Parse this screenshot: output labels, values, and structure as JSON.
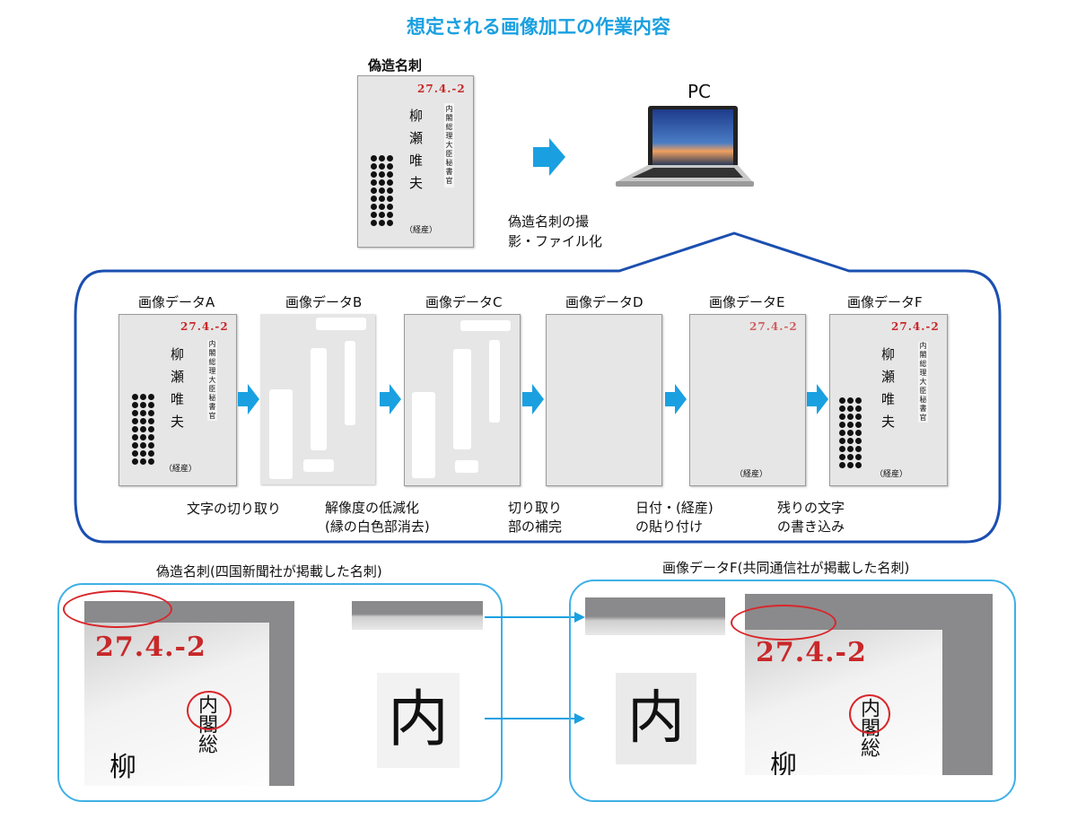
{
  "title": "想定される画像加工の作業内容",
  "fake_card_label": "偽造名刺",
  "pc_label": "PC",
  "photo_step": "偽造名刺の撮影・ファイル化",
  "card": {
    "date": "27.4.-2",
    "name": "柳瀬唯夫",
    "position": "内閣総理大臣秘書官",
    "ministry": "（経産）"
  },
  "stages": [
    {
      "label": "画像データA",
      "note": "文字の切り取り"
    },
    {
      "label": "画像データB",
      "note": "解像度の低減化\n(縁の白色部消去)"
    },
    {
      "label": "画像データC",
      "note": ""
    },
    {
      "label": "画像データD",
      "note": "切り取り\n部の補完"
    },
    {
      "label": "画像データE",
      "note": "日付・(経産)\nの貼り付け"
    },
    {
      "label": "画像データF",
      "note": "残りの文字\nの書き込み"
    }
  ],
  "bottom": {
    "left_label": "偽造名刺(四国新聞社が掲載した名刺)",
    "right_label": "画像データF(共同通信社が掲載した名刺)",
    "date": "27.4.-2",
    "zoom_char": "内",
    "col_chars": "内閣総",
    "name_char": "柳"
  },
  "colors": {
    "accent": "#1aa0e0",
    "date_red": "#c8282a",
    "ring": "#d9262a"
  }
}
